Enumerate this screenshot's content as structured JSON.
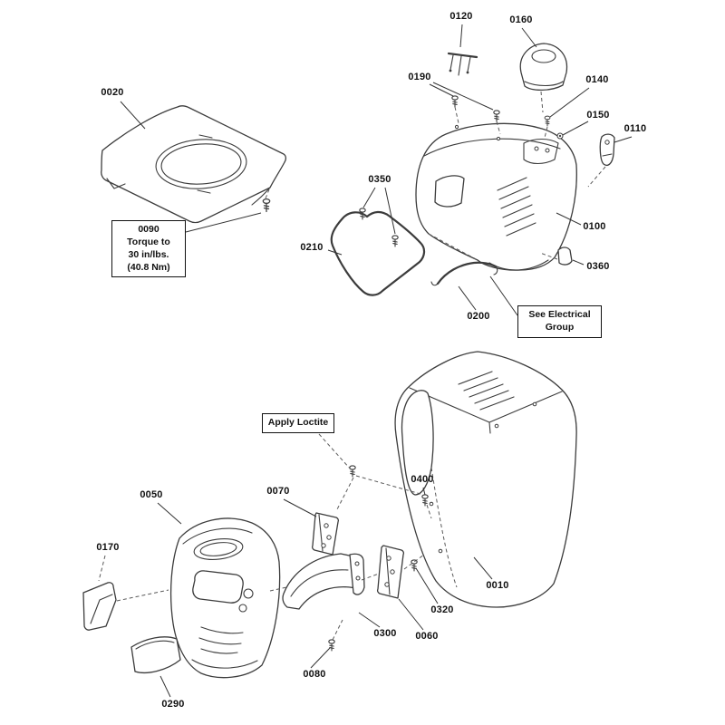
{
  "diagram": {
    "background": "#ffffff",
    "line_color": "#3c3c3c",
    "label_color": "#111111"
  },
  "callouts": {
    "p0010": "0010",
    "p0020": "0020",
    "p0050": "0050",
    "p0060": "0060",
    "p0070": "0070",
    "p0080": "0080",
    "p0100": "0100",
    "p0110": "0110",
    "p0120": "0120",
    "p0140": "0140",
    "p0150": "0150",
    "p0160": "0160",
    "p0170": "0170",
    "p0190": "0190",
    "p0200": "0200",
    "p0210": "0210",
    "p0290": "0290",
    "p0300": "0300",
    "p0320": "0320",
    "p0350": "0350",
    "p0360": "0360",
    "p0400": "0400"
  },
  "notes": {
    "torque": {
      "part": "0090",
      "lines": [
        "Torque to",
        "30 in/lbs.",
        "(40.8 Nm)"
      ]
    },
    "electrical": {
      "lines": [
        "See Electrical",
        "Group"
      ]
    },
    "loctite": {
      "text": "Apply Loctite"
    }
  }
}
